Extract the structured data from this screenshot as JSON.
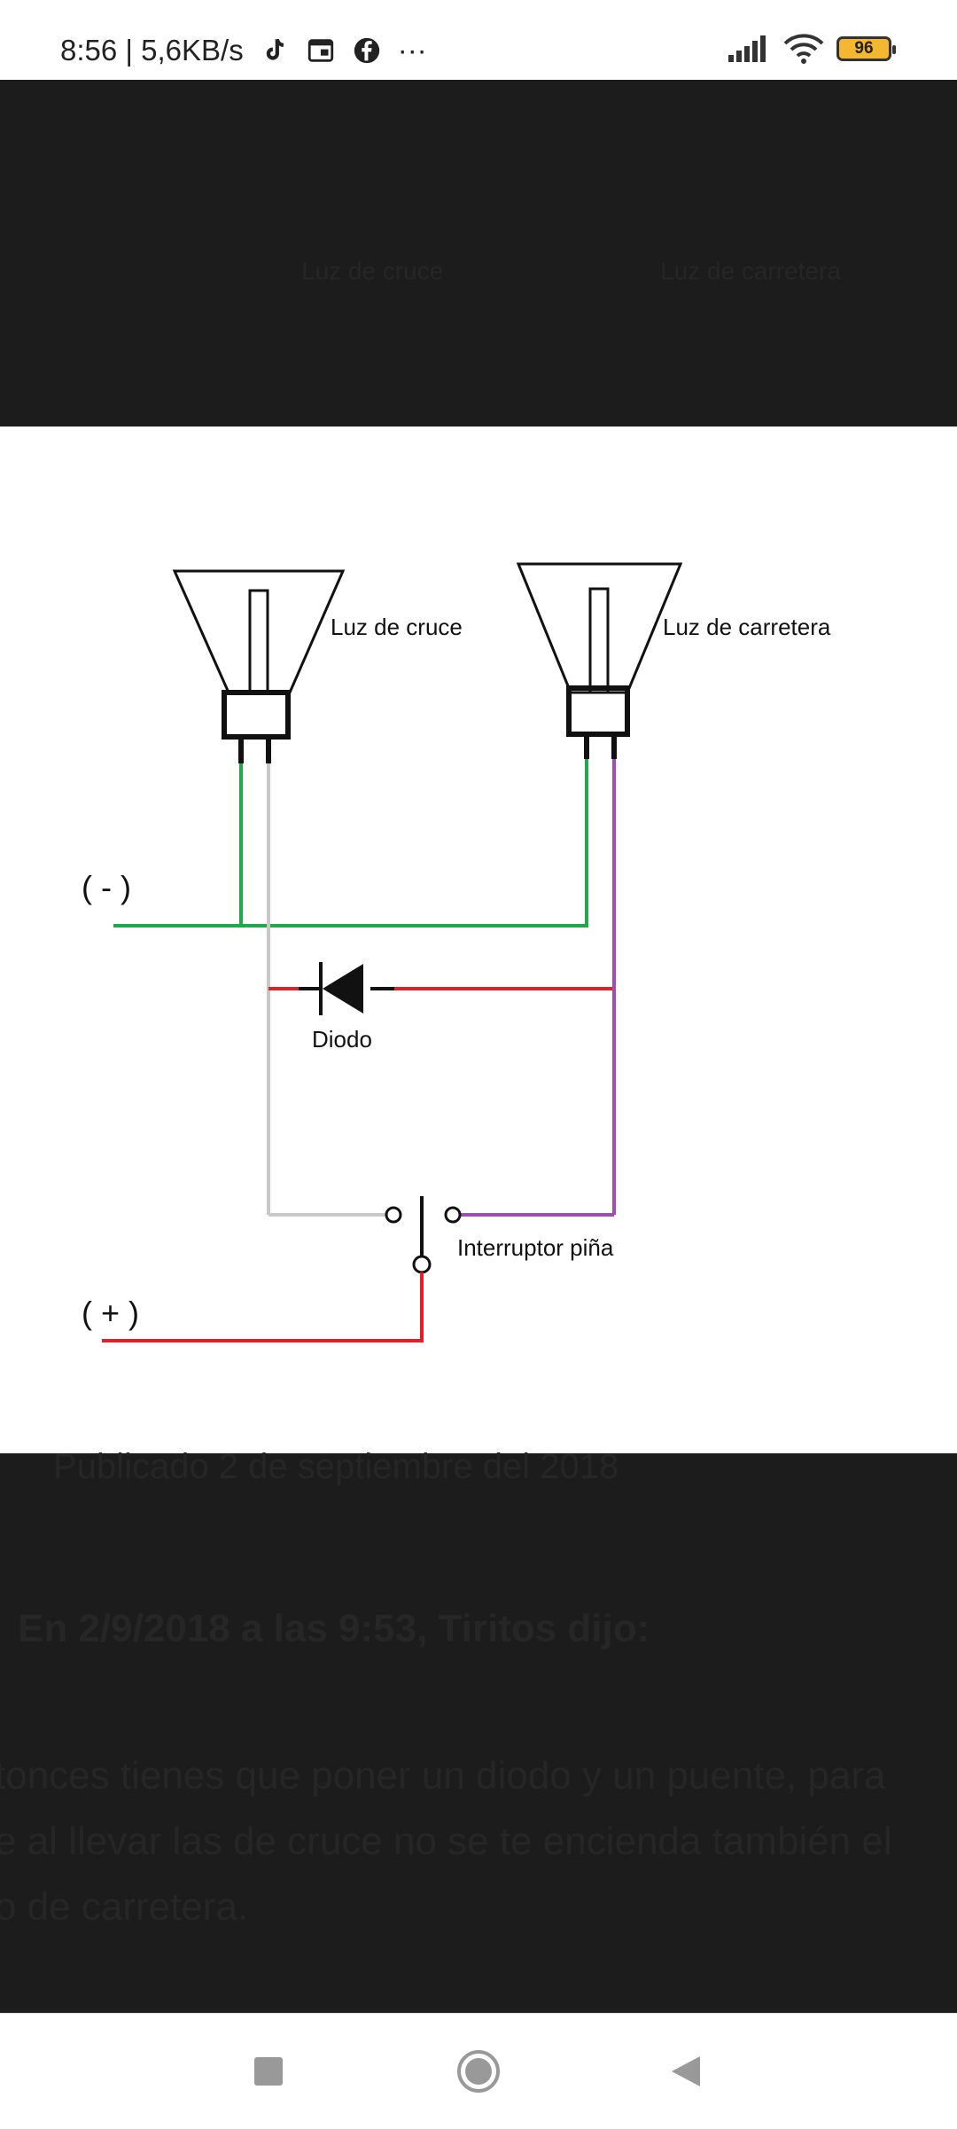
{
  "status_bar": {
    "time_speed": "8:56 | 5,6KB/s",
    "more": "···",
    "battery": "96",
    "icons": [
      "tiktok-icon",
      "calendar-icon",
      "facebook-icon",
      "signal-icon",
      "wifi-icon",
      "battery-icon"
    ]
  },
  "diagram": {
    "labels": {
      "lamp_low": "Luz de cruce",
      "lamp_high": "Luz de carretera",
      "negative": "( - )",
      "positive": "( + )",
      "diode": "Diodo",
      "switch": "Interruptor piña"
    },
    "wire_colors": {
      "ground": "#22a84a",
      "low_beam": "#c8c8c8",
      "diode_line": "#e0202a",
      "high_beam": "#a44ab8",
      "positive": "#e0202a"
    }
  },
  "background_text": {
    "ghost_top_left": "Luz de cruce",
    "ghost_top_right": "Luz de carretera",
    "published": "Publicado 2 de septiembre del 2018",
    "quote_header": "En 2/9/2018 a las 9:53, Tiritos dijo:",
    "quote_line1": "tonces tienes que poner un diodo y un puente, para",
    "quote_line2": "e al llevar las de cruce no se te encienda también el",
    "quote_line3": "o de carretera."
  },
  "navigation": {
    "next_arrow": "chevron-right-icon",
    "recents": "square-icon",
    "home": "circle-icon",
    "back": "triangle-icon"
  }
}
